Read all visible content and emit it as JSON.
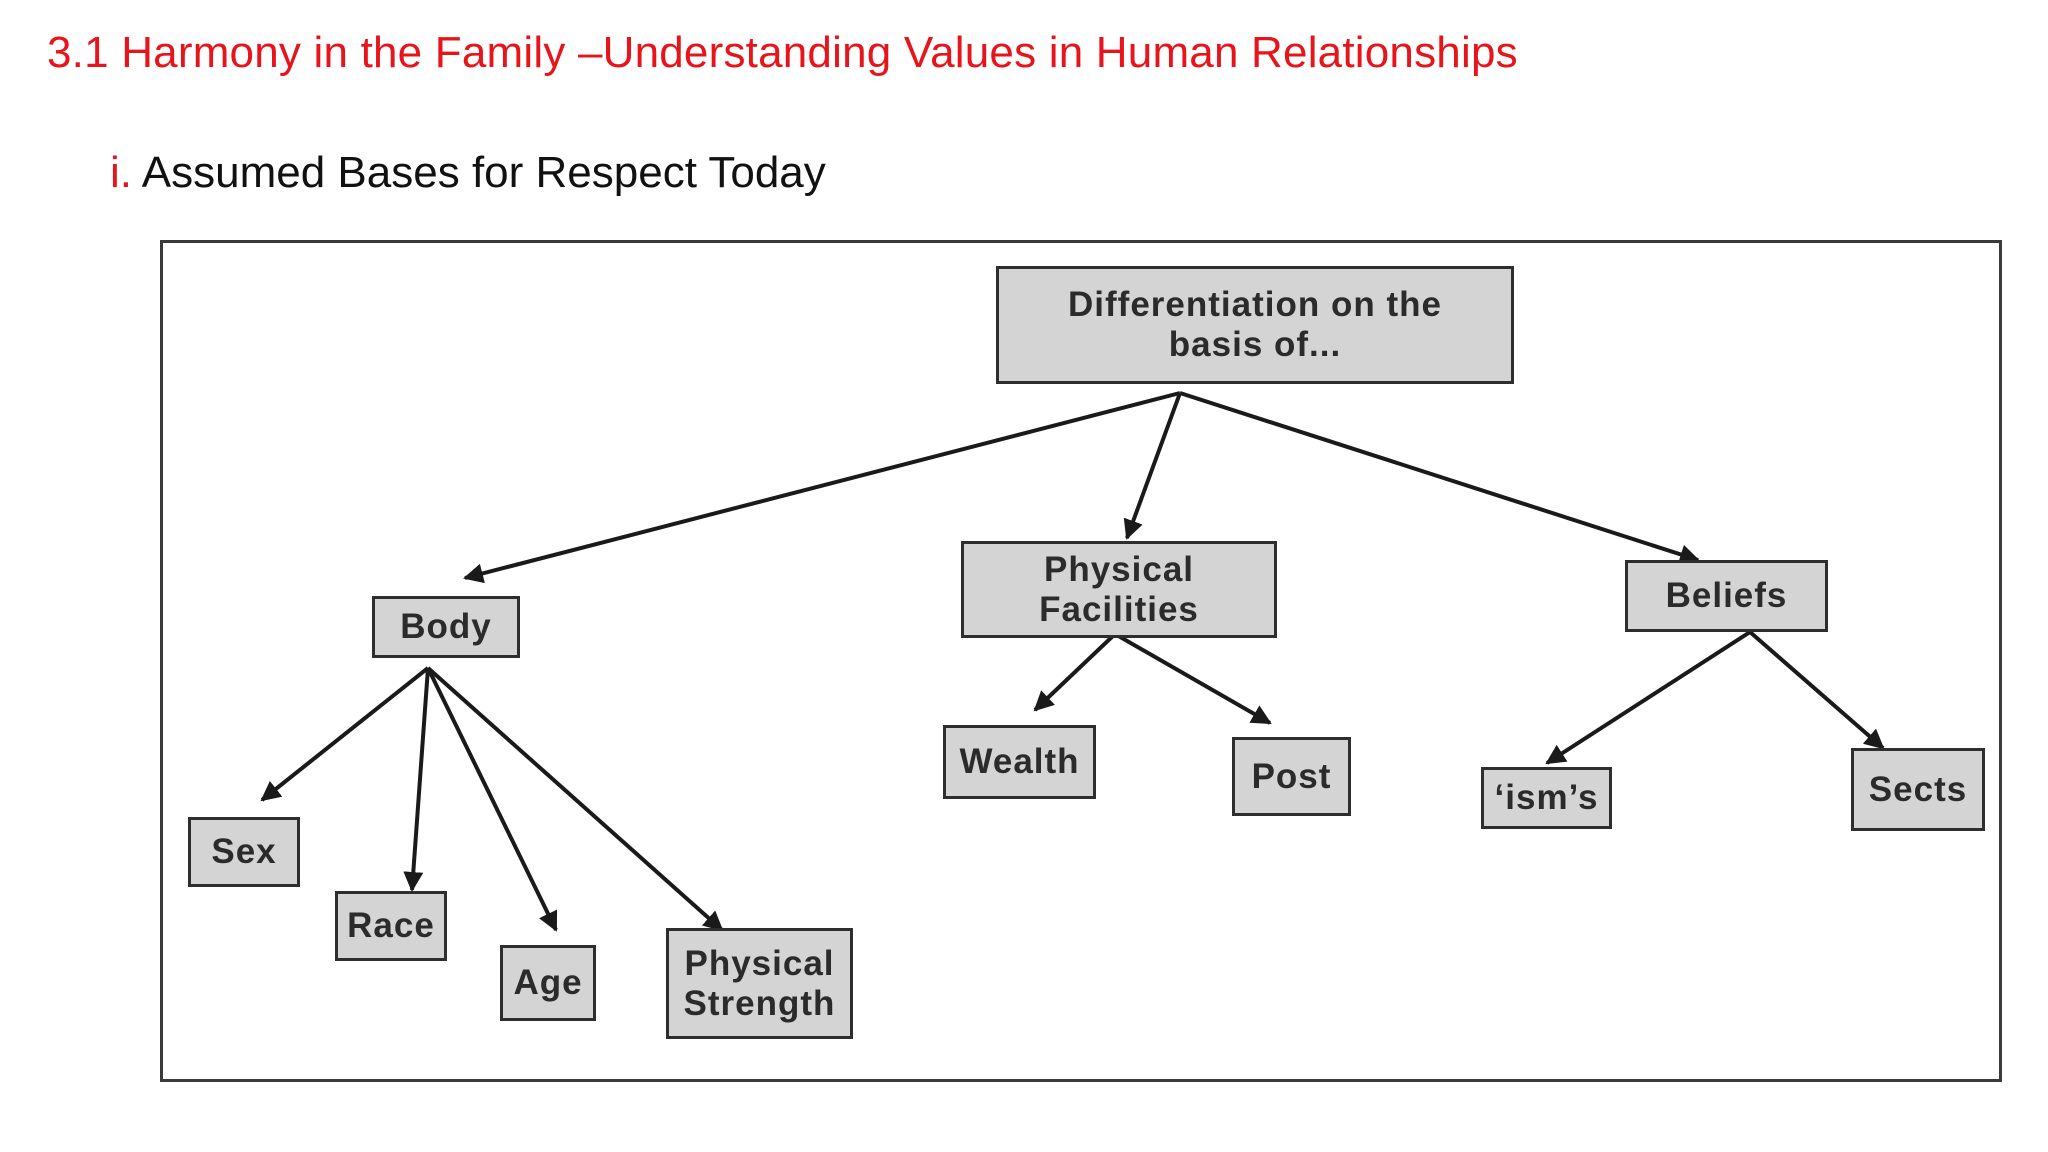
{
  "slide": {
    "title": "3.1 Harmony in the Family –Understanding  Values in Human Relationships",
    "subtitle_number": "i.",
    "subtitle_text": "Assumed Bases for Respect Today"
  },
  "diagram": {
    "root": "Differentiation on the\nbasis of...",
    "body": {
      "label": "Body",
      "children": [
        "Sex",
        "Race",
        "Age",
        "Physical\nStrength"
      ]
    },
    "facilities": {
      "label": "Physical\nFacilities",
      "children": [
        "Wealth",
        "Post"
      ]
    },
    "beliefs": {
      "label": "Beliefs",
      "children": [
        "‘ism’s",
        "Sects"
      ]
    }
  },
  "colors": {
    "accent_red": "#e8141b",
    "node_fill": "#d4d4d4",
    "node_border": "#2e2e2e",
    "arrow": "#1a1a1a"
  }
}
